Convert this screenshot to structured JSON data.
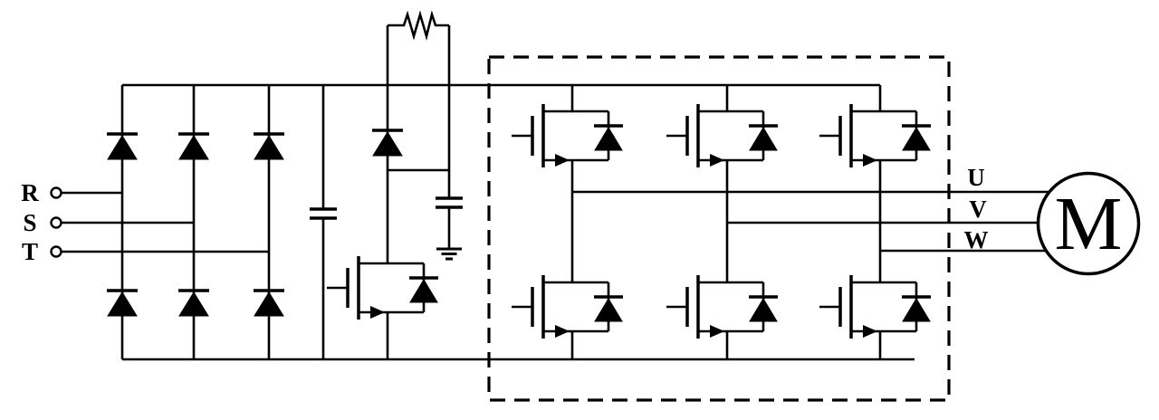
{
  "diagram": {
    "type": "motor-drive-circuit-schematic",
    "colors": {
      "line": "#000000",
      "background": "#ffffff"
    },
    "input_terminals": [
      {
        "label": "R"
      },
      {
        "label": "S"
      },
      {
        "label": "T"
      }
    ],
    "output_phases": [
      {
        "label": "U"
      },
      {
        "label": "V"
      },
      {
        "label": "W"
      }
    ],
    "motor": {
      "label": "M"
    },
    "sections": {
      "rectifier": "three-phase diode bridge",
      "dc_link": "capacitor",
      "brake_chopper": "resistor, freewheel diode, MOSFET, capacitor to ground",
      "inverter": "six MOSFETs with antiparallel diodes inside dashed boundary",
      "load": "motor circle"
    }
  }
}
